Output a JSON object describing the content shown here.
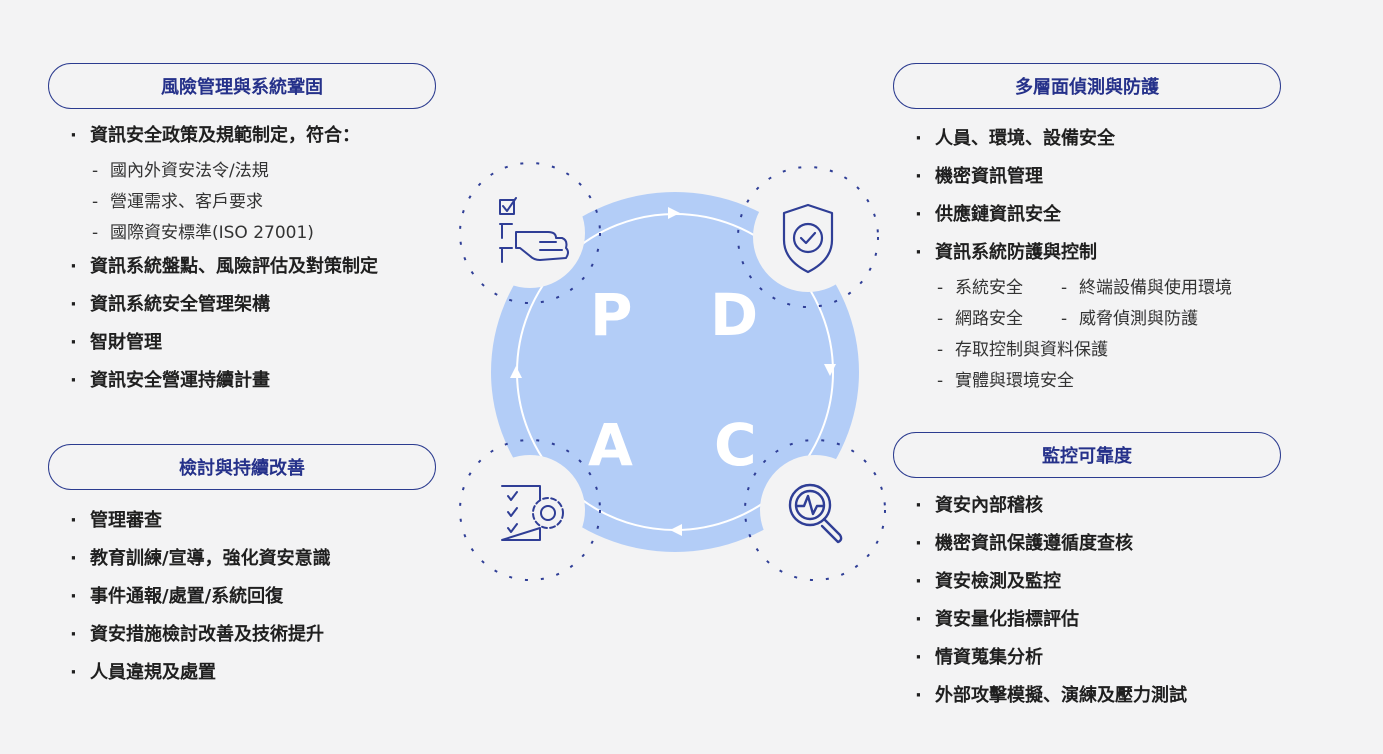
{
  "left": {
    "section1": {
      "title": "風險管理與系統鞏固",
      "items": [
        {
          "text": "資訊安全政策及規範制定，符合：",
          "subs": [
            "國內外資安法令/法規",
            "營運需求、客戶要求",
            "國際資安標準(ISO 27001)"
          ]
        },
        {
          "text": "資訊系統盤點、風險評估及對策制定"
        },
        {
          "text": "資訊系統安全管理架構"
        },
        {
          "text": "智財管理"
        },
        {
          "text": "資訊安全營運持續計畫"
        }
      ]
    },
    "section2": {
      "title": "檢討與持續改善",
      "items": [
        "管理審查",
        "教育訓練/宣導，強化資安意識",
        "事件通報/處置/系統回復",
        "資安措施檢討改善及技術提升",
        "人員違規及處置"
      ]
    }
  },
  "right": {
    "section1": {
      "title": "多層面偵測與防護",
      "items": [
        "人員、環境、設備安全",
        "機密資訊管理",
        "供應鏈資訊安全",
        "資訊系統防護與控制"
      ],
      "subs": {
        "row1a": "系統安全",
        "row1b": "終端設備與使用環境",
        "row2a": "網路安全",
        "row2b": "威脅偵測與防護",
        "row3": "存取控制與資料保護",
        "row4": "實體與環境安全"
      }
    },
    "section2": {
      "title": "監控可靠度",
      "items": [
        "資安內部稽核",
        "機密資訊保護遵循度查核",
        "資安檢測及監控",
        "資安量化指標評估",
        "情資蒐集分析",
        "外部攻擊模擬、演練及壓力測試"
      ]
    }
  },
  "pdca": {
    "letters": {
      "p": "P",
      "d": "D",
      "c": "C",
      "a": "A"
    },
    "icons": {
      "plan": "checklist-pointing-hand-icon",
      "do": "shield-check-icon",
      "check": "magnifier-pulse-icon",
      "act": "checklist-gear-icon"
    },
    "colors": {
      "circle": "#b3cdf7",
      "ring": "#ffffff",
      "icon": "#2f3e96",
      "badge": "#f3f3f4"
    }
  }
}
